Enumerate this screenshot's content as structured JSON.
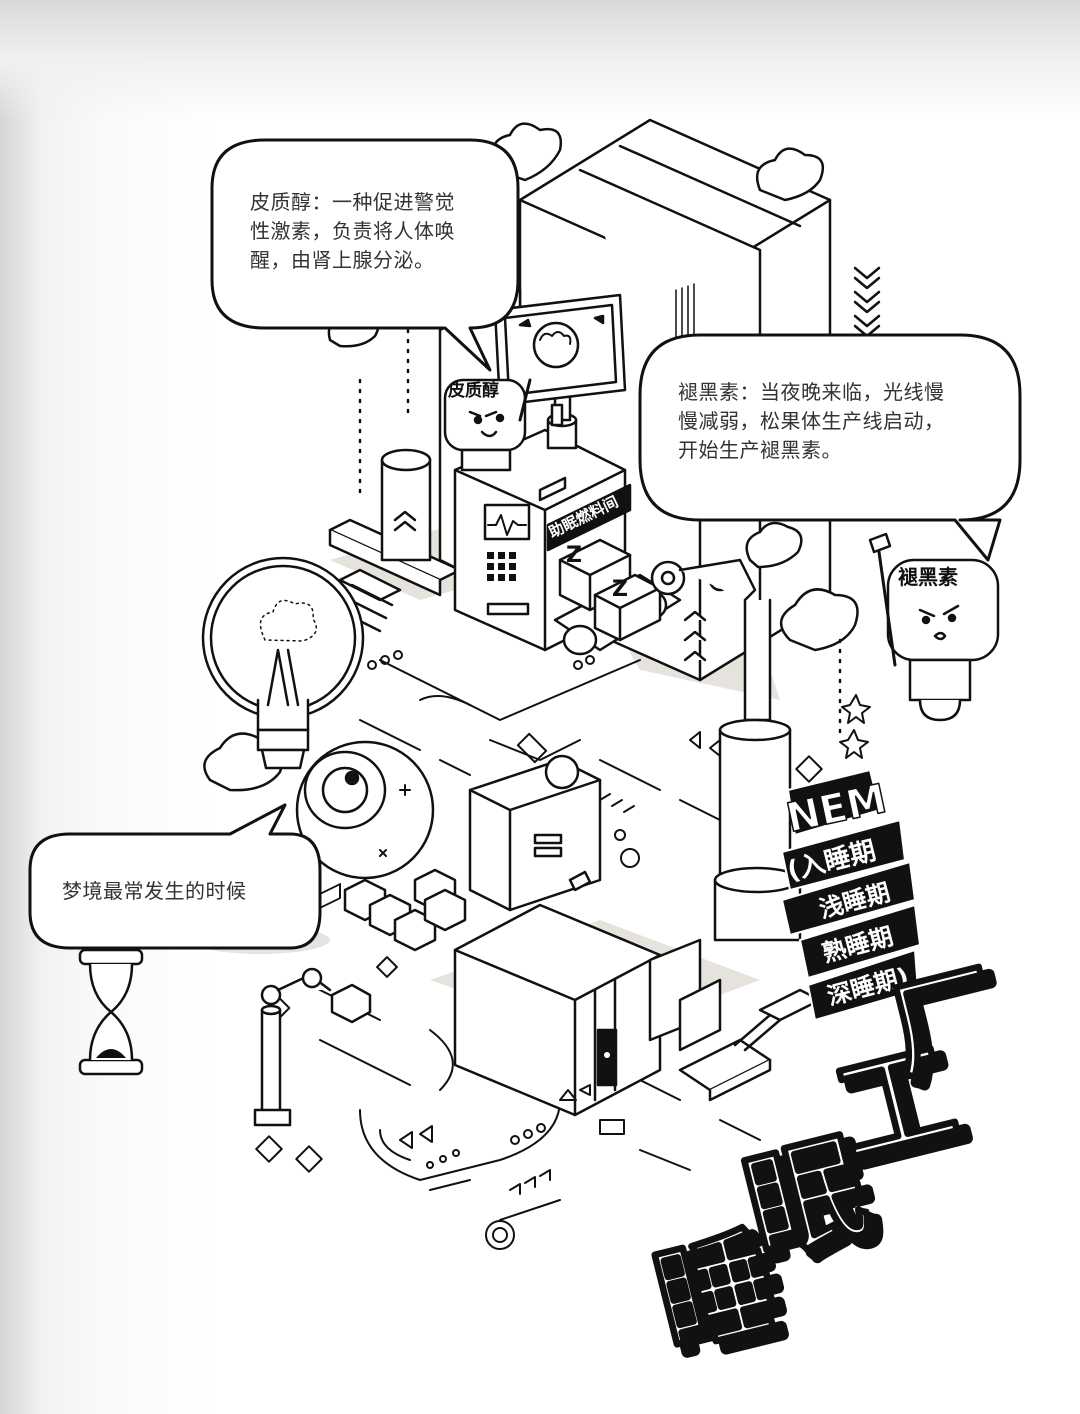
{
  "bubbles": {
    "cortisol": "皮质醇：一种促进警觉性激素，负责将人体唤醒，由肾上腺分泌。",
    "melatonin": "褪黑素：当夜晚来临，光线慢慢减弱，松果体生产线启动，开始生产褪黑素。",
    "dream": "梦境最常发生的时候"
  },
  "cortisol_bubble_lines": [
    "皮质醇：一种促进警觉",
    "性激素，负责将人体唤",
    "醒，由肾上腺分泌。"
  ],
  "melatonin_bubble_lines": [
    "褪黑素：当夜晚来临，光线慢",
    "慢减弱，松果体生产线启动，",
    "开始生产褪黑素。"
  ],
  "characters": {
    "cortisol_sign": "皮质醇",
    "melatonin_sign": "褪黑素"
  },
  "machine": {
    "sign": "助眠燃料间",
    "box_letter": "Z"
  },
  "sleep_stages": {
    "nem": "NEM",
    "stages": [
      "(入睡期",
      "浅睡期",
      "熟睡期",
      "深睡期)"
    ]
  },
  "title": "睡眠工厂",
  "title_glyphs": [
    "睡",
    "眠",
    "工",
    "厂"
  ]
}
